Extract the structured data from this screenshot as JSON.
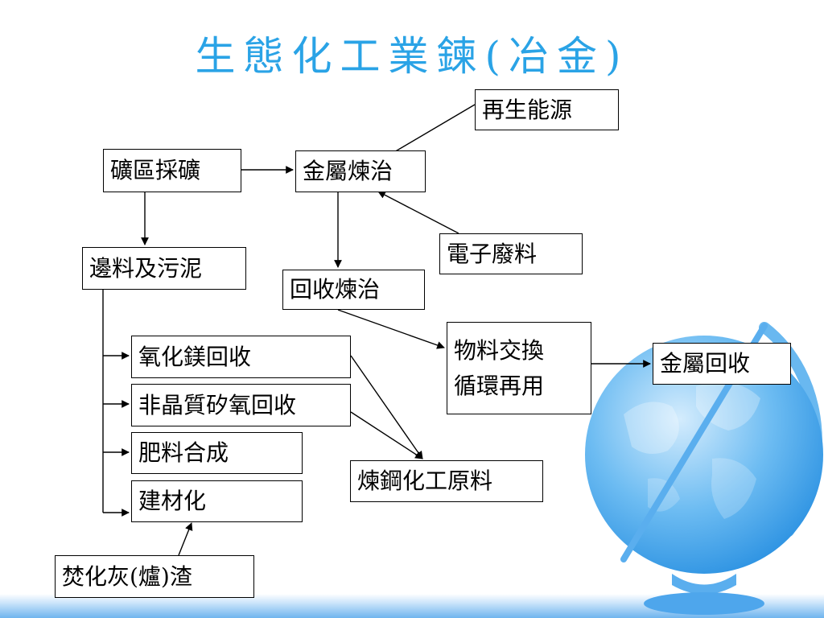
{
  "slide": {
    "title": "生態化工業鍊(冶金)"
  },
  "nodes": {
    "renewable_energy": "再生能源",
    "mining": "礦區採礦",
    "metal_smelting": "金屬煉治",
    "e_waste": "電子廢料",
    "tailings_sludge": "邊料及污泥",
    "recycle_smelting": "回收煉治",
    "material_exchange": [
      "物料交換",
      "循環再用"
    ],
    "metal_recovery": "金屬回收",
    "mgo_recovery": "氧化鎂回收",
    "amorphous_silica_recovery": "非晶質矽氧回收",
    "fertilizer": "肥料合成",
    "building_material": "建材化",
    "steel_chem_material": "煉鋼化工原料",
    "incinerator_ash": "焚化灰(爐)渣"
  },
  "colors": {
    "title": "#2aa3e6",
    "globe": "#4aa9ee"
  }
}
